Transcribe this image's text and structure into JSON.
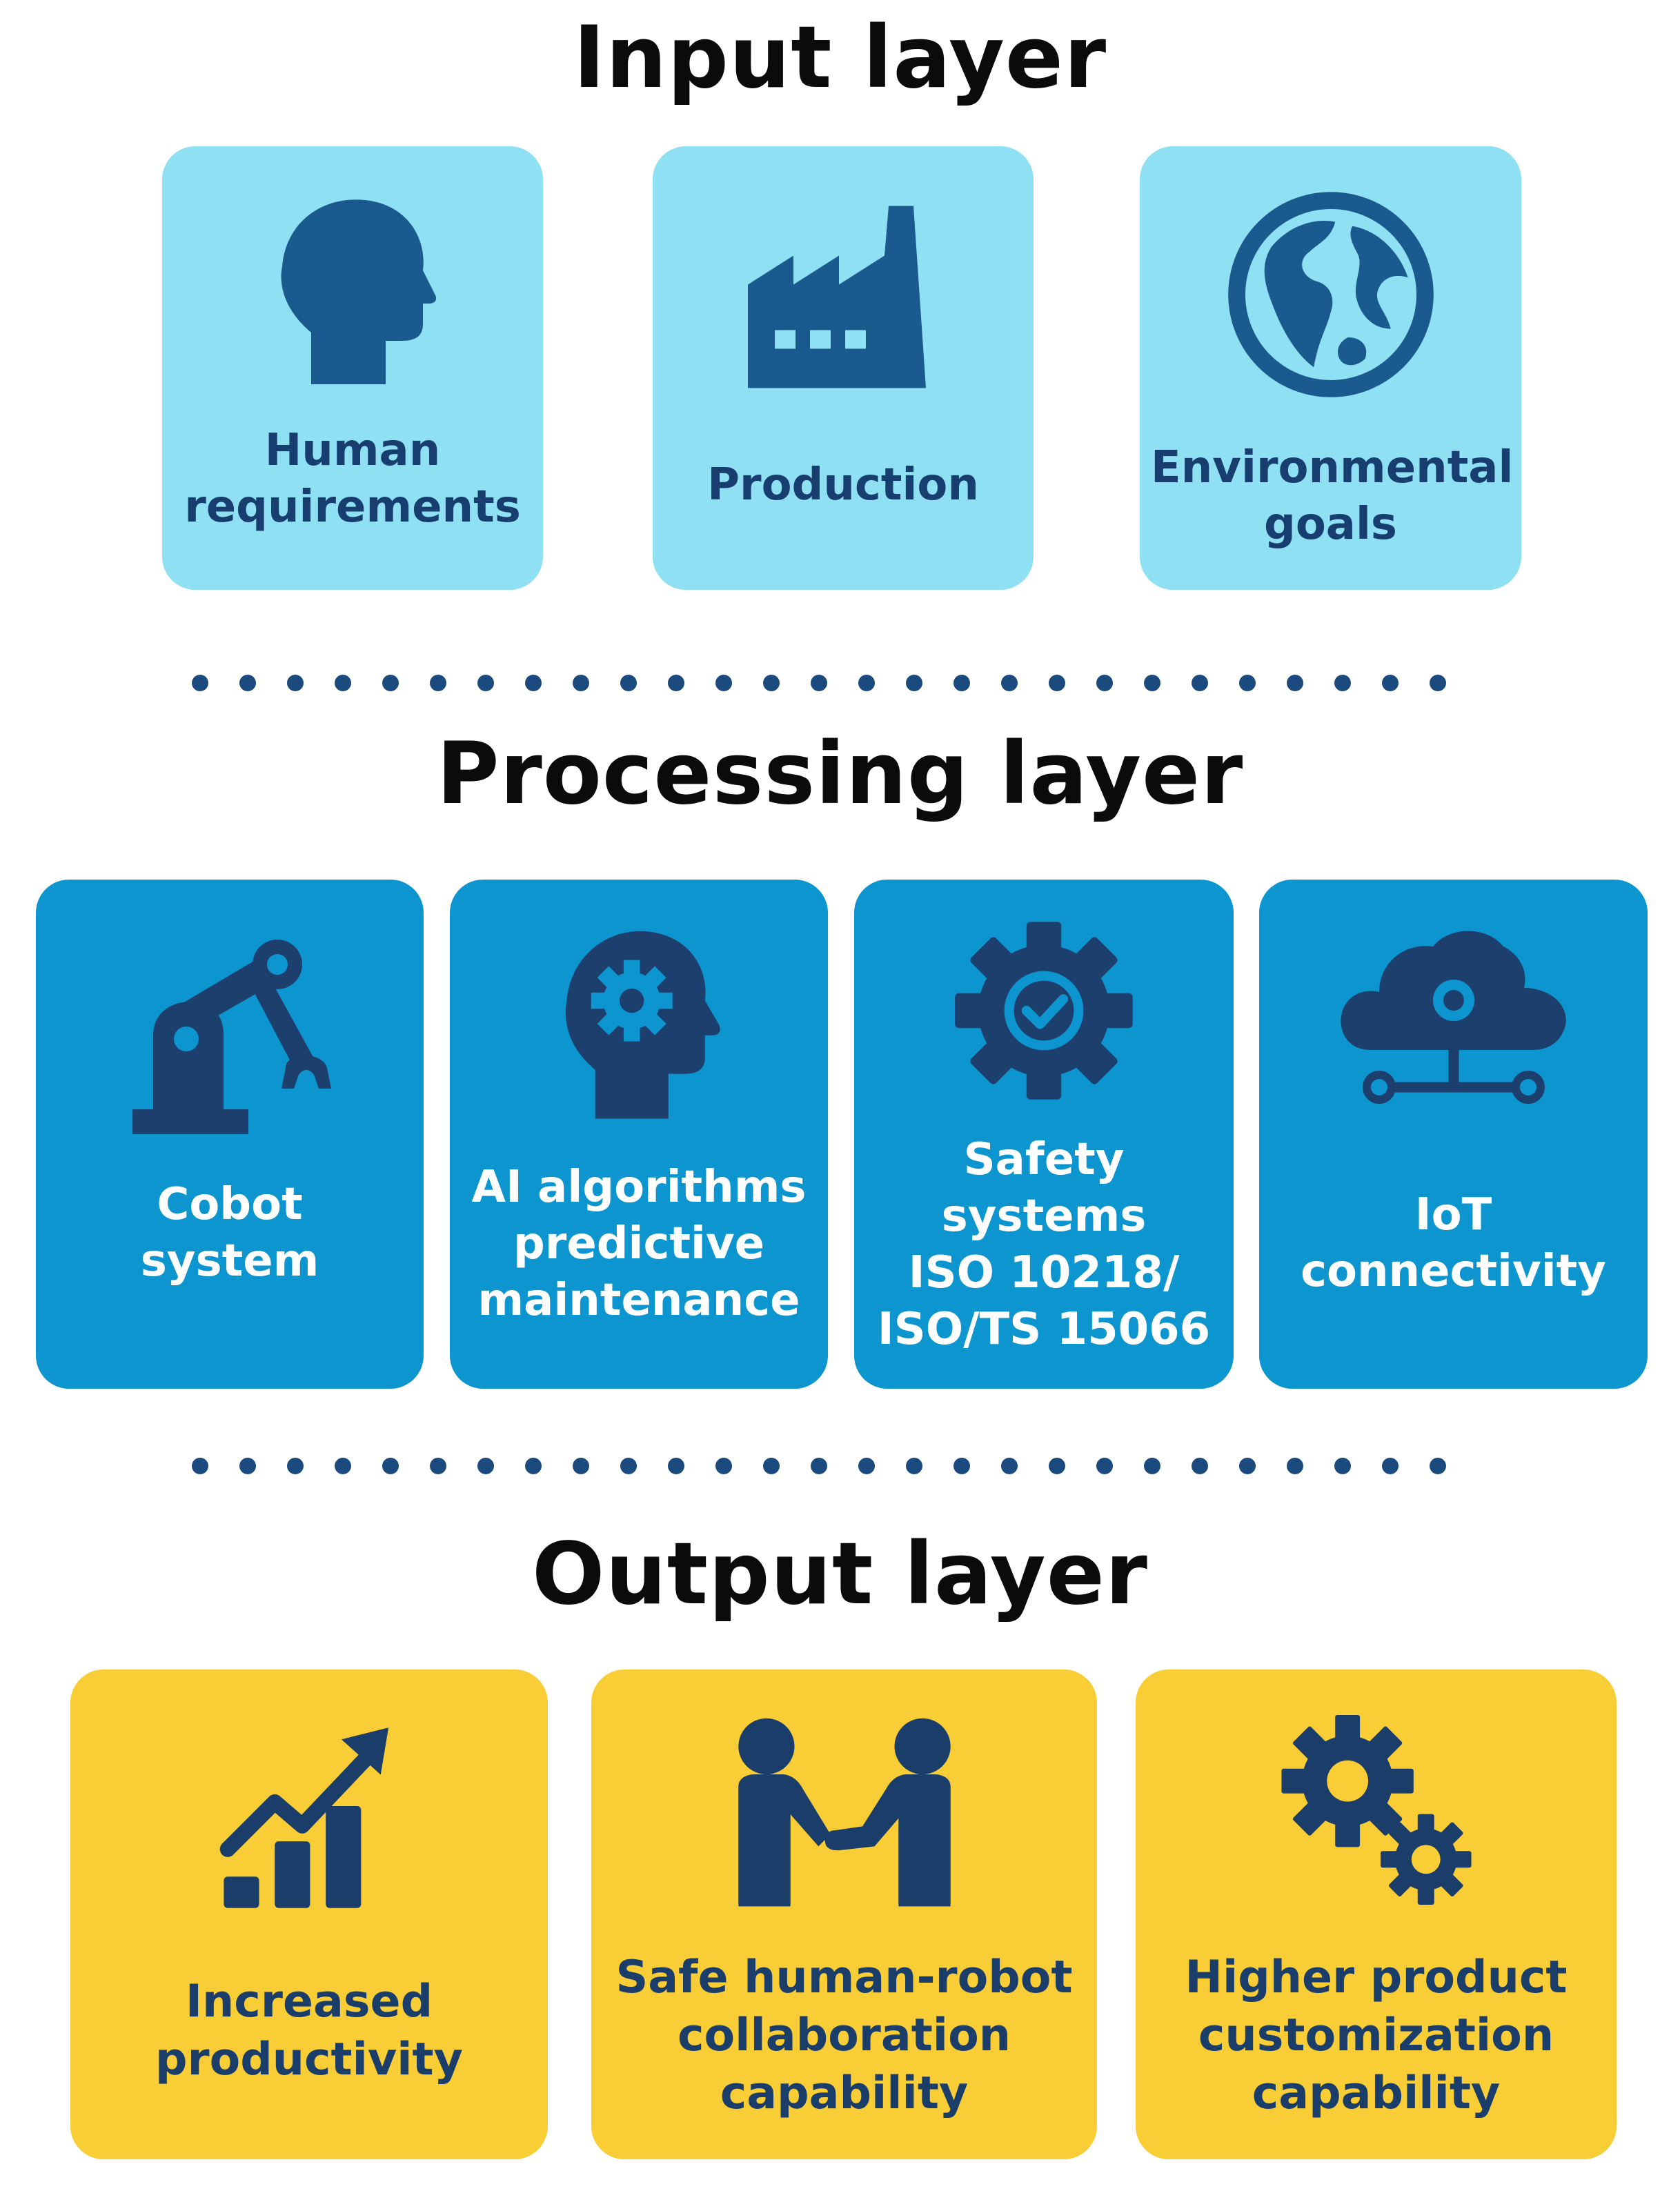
{
  "input_layer": {
    "title": "Input layer",
    "cards": [
      {
        "label_lines": [
          "Human",
          "requirements"
        ],
        "icon": "human-head-icon"
      },
      {
        "label_lines": [
          "Production"
        ],
        "icon": "factory-icon"
      },
      {
        "label_lines": [
          "Environmental",
          "goals"
        ],
        "icon": "globe-icon"
      }
    ]
  },
  "processing_layer": {
    "title": "Processing layer",
    "cards": [
      {
        "label_lines": [
          "Cobot",
          "system"
        ],
        "icon": "robot-arm-icon"
      },
      {
        "label_lines": [
          "AI algorithms",
          "predictive",
          "maintenance"
        ],
        "icon": "head-gear-icon"
      },
      {
        "label_lines": [
          "Safety",
          "systems",
          "ISO 10218/",
          "ISO/TS 15066"
        ],
        "icon": "gear-check-icon"
      },
      {
        "label_lines": [
          "IoT",
          "connectivity"
        ],
        "icon": "cloud-network-icon"
      }
    ]
  },
  "output_layer": {
    "title": "Output layer",
    "cards": [
      {
        "label_lines": [
          "Increased",
          "productivity"
        ],
        "icon": "growth-chart-icon"
      },
      {
        "label_lines": [
          "Safe human-robot",
          "collaboration",
          "capability"
        ],
        "icon": "handshake-icon"
      },
      {
        "label_lines": [
          "Higher product",
          "customization",
          "capability"
        ],
        "icon": "gears-icon"
      }
    ]
  },
  "colors": {
    "input_card": "#8fe0f2",
    "processing_card": "#0d95cf",
    "output_card": "#f9cd35",
    "icon_navy": "#1b4a7e",
    "dots": "#1b4a7e"
  }
}
